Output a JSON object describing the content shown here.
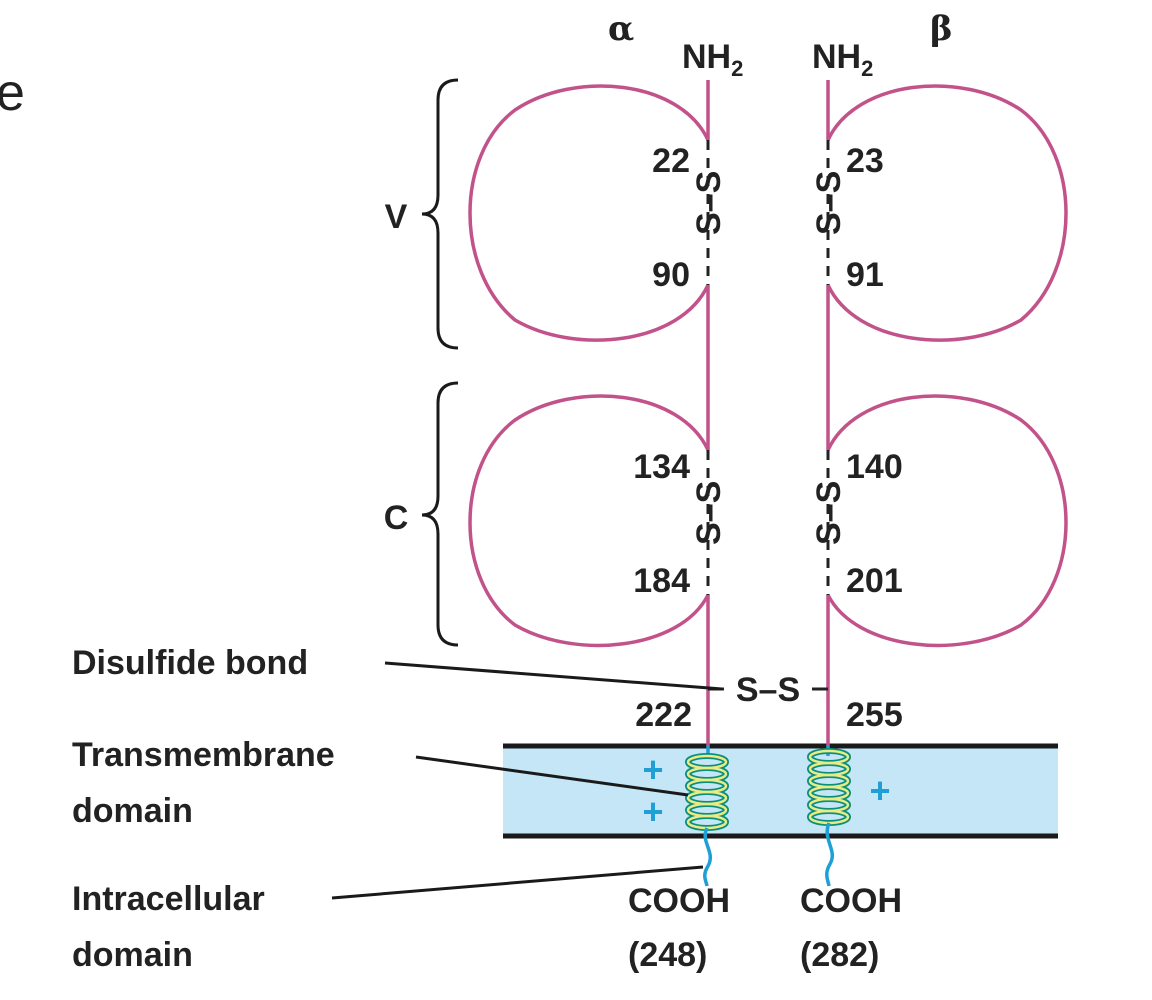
{
  "fragment_text": "e",
  "chains": {
    "alpha": {
      "greek": "α",
      "n_terminus": "NH",
      "n_terminus_sub": "2",
      "c_terminus": "COOH",
      "c_terminus_length": "(248)",
      "v_cys_top": "22",
      "v_cys_bottom": "90",
      "c_cys_top": "134",
      "c_cys_bottom": "184",
      "interchain_cys": "222"
    },
    "beta": {
      "greek": "β",
      "n_terminus": "NH",
      "n_terminus_sub": "2",
      "c_terminus": "COOH",
      "c_terminus_length": "(282)",
      "v_cys_top": "23",
      "v_cys_bottom": "91",
      "c_cys_top": "140",
      "c_cys_bottom": "201",
      "interchain_cys": "255"
    }
  },
  "domains": {
    "v_label": "V",
    "c_label": "C"
  },
  "bond_atoms": {
    "sulfur": "S",
    "dash": "–"
  },
  "charges": [
    "+",
    "+",
    "+"
  ],
  "callouts": {
    "disulfide": "Disulfide bond",
    "transmembrane_line1": "Transmembrane",
    "transmembrane_line2": "domain",
    "intracellular_line1": "Intracellular",
    "intracellular_line2": "domain"
  },
  "colors": {
    "chain": "#c2528a",
    "membrane_fill": "#c4e6f7",
    "membrane_border": "#1a1a1a",
    "helix_outer": "#0c8f7a",
    "helix_inner": "#e8eb86",
    "tail": "#1e9fd6",
    "text": "#222222",
    "plus": "#1e9fd6"
  }
}
